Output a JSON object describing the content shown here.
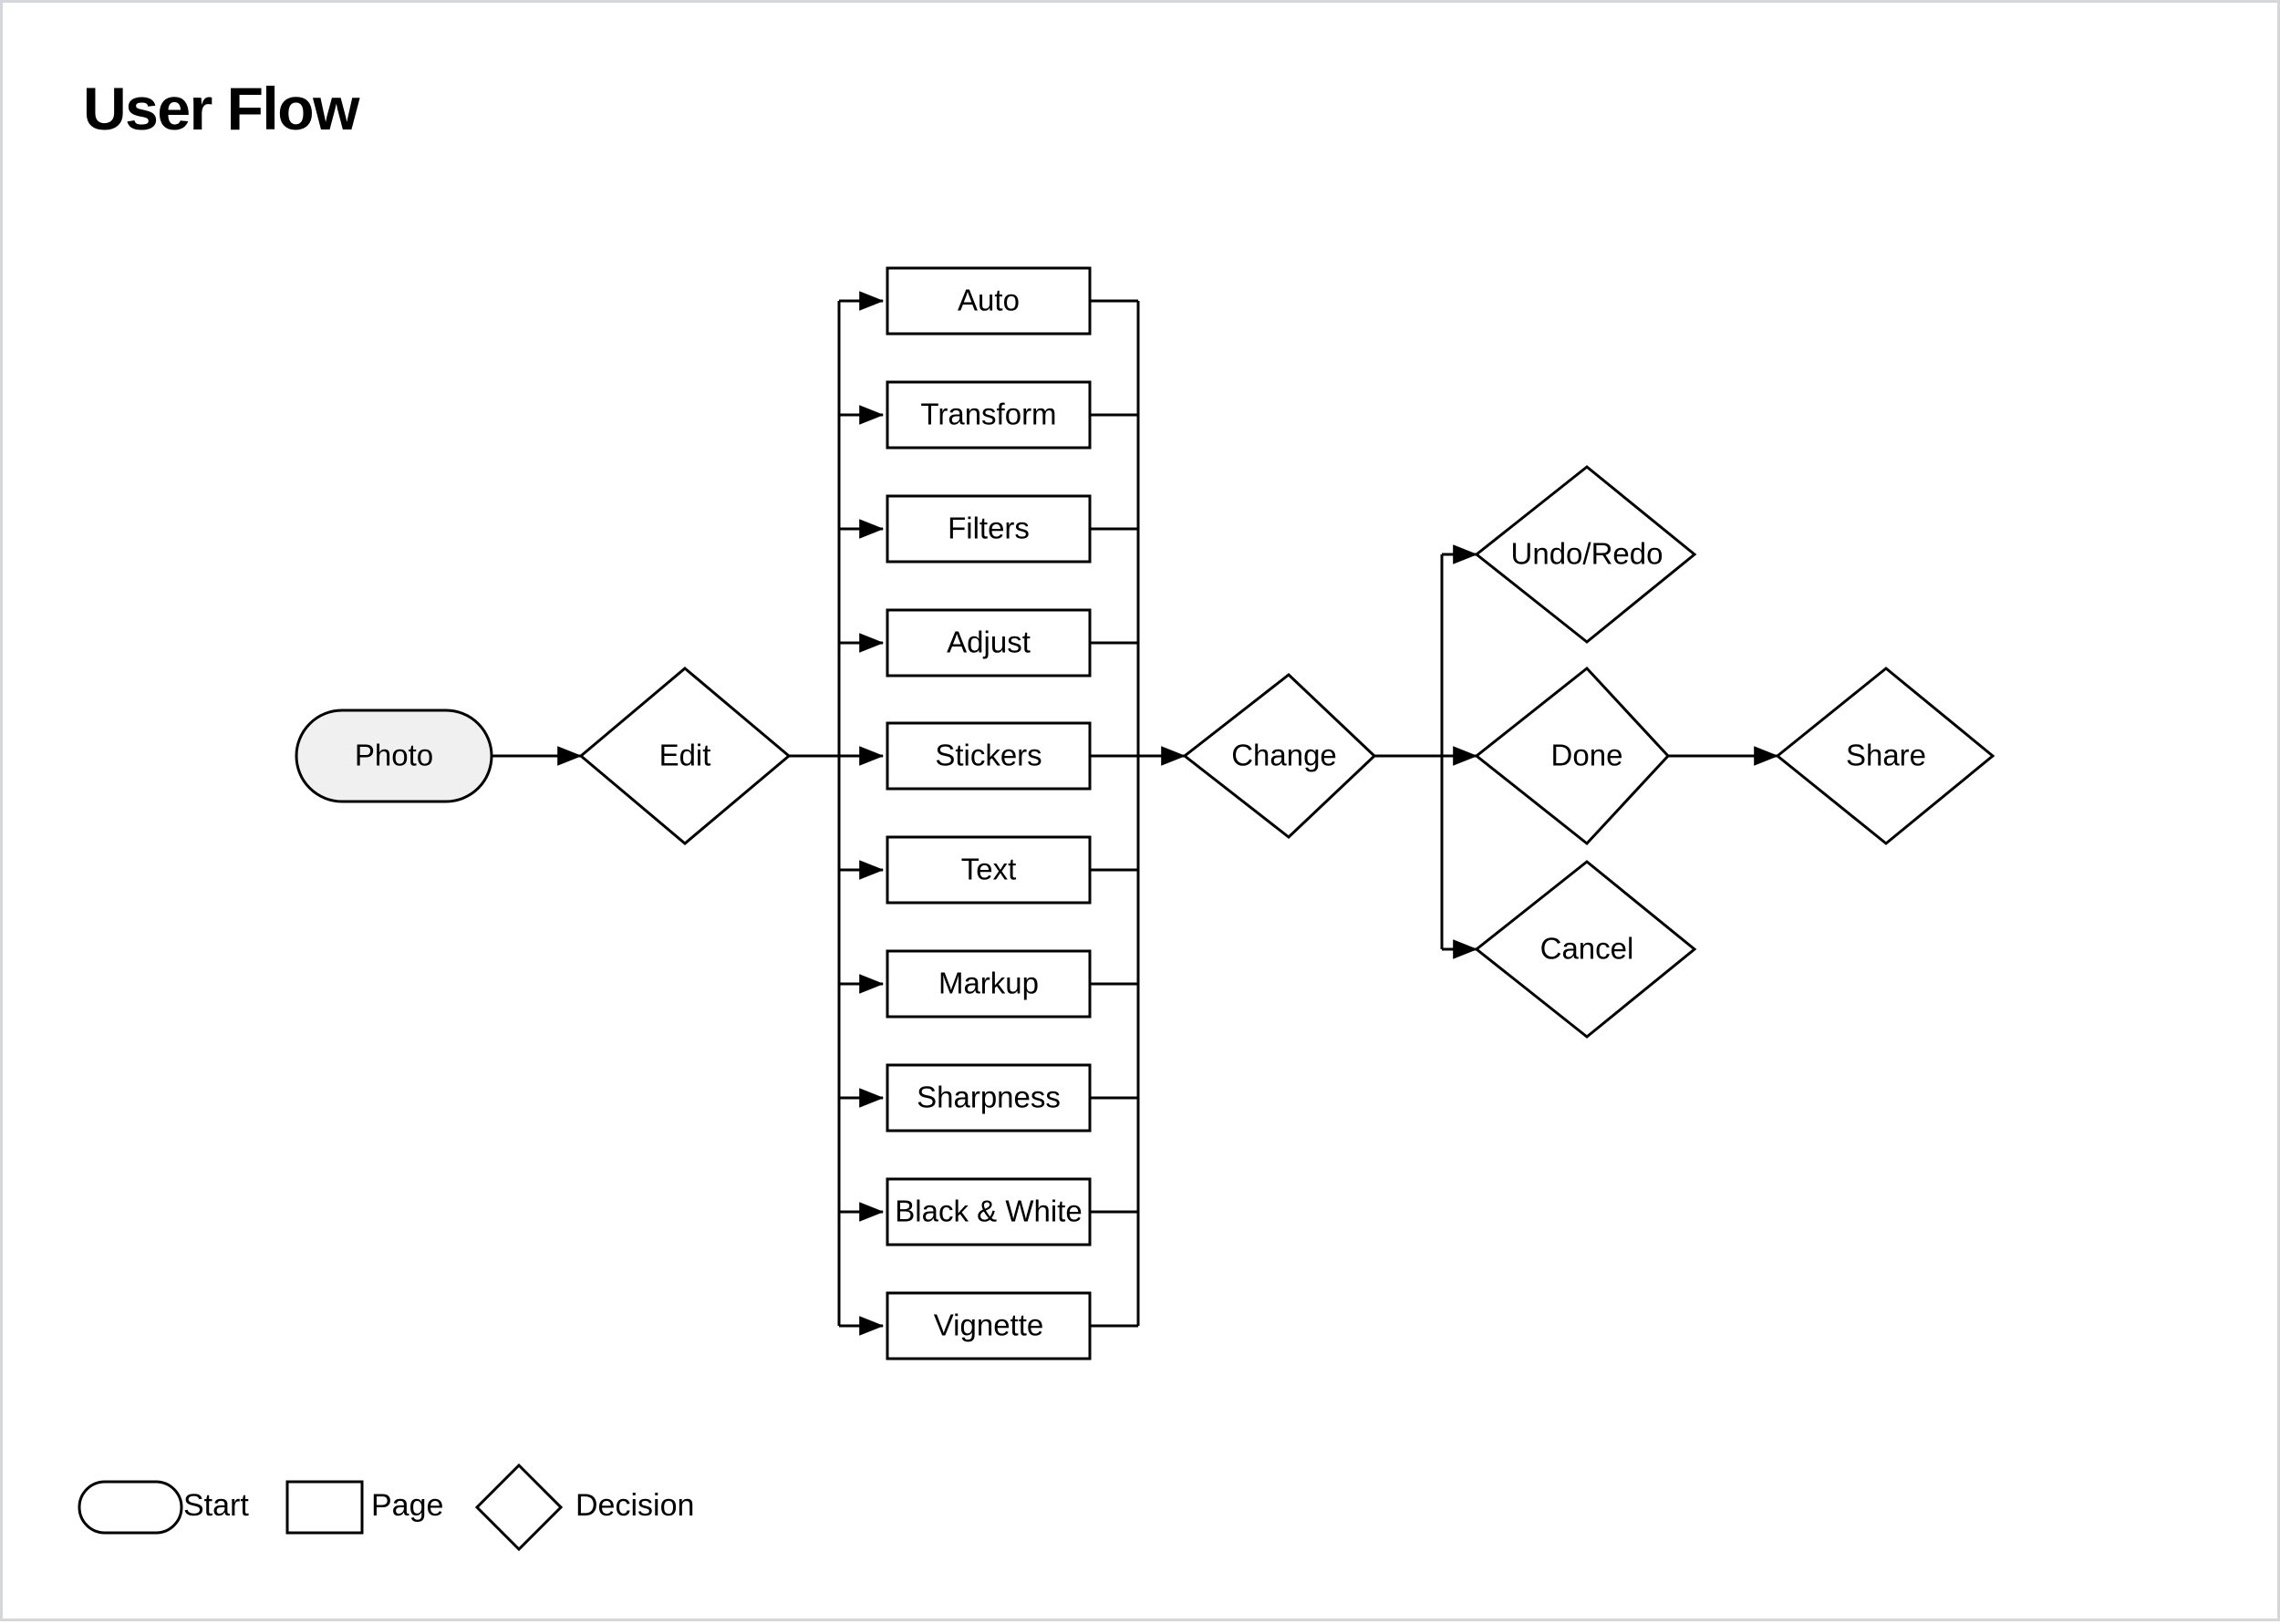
{
  "page": {
    "title": "User Flow",
    "background_color": "#ffffff",
    "border_color": "#d4d6da",
    "stroke_color": "#000000",
    "start_fill_color": "#f0f0f0"
  },
  "nodes": {
    "start": {
      "label": "Photo",
      "shape": "start"
    },
    "edit": {
      "label": "Edit",
      "shape": "decision"
    },
    "change": {
      "label": "Change",
      "shape": "decision"
    },
    "undo_redo": {
      "label": "Undo/Redo",
      "shape": "decision"
    },
    "done": {
      "label": "Done",
      "shape": "decision"
    },
    "cancel": {
      "label": "Cancel",
      "shape": "decision"
    },
    "share": {
      "label": "Share",
      "shape": "decision"
    }
  },
  "edit_options": [
    {
      "label": "Auto",
      "shape": "page"
    },
    {
      "label": "Transform",
      "shape": "page"
    },
    {
      "label": "Filters",
      "shape": "page"
    },
    {
      "label": "Adjust",
      "shape": "page"
    },
    {
      "label": "Stickers",
      "shape": "page"
    },
    {
      "label": "Text",
      "shape": "page"
    },
    {
      "label": "Markup",
      "shape": "page"
    },
    {
      "label": "Sharpness",
      "shape": "page"
    },
    {
      "label": "Black & White",
      "shape": "page"
    },
    {
      "label": "Vignette",
      "shape": "page"
    }
  ],
  "legend": [
    {
      "shape": "start",
      "label": "Start"
    },
    {
      "shape": "page",
      "label": "Page"
    },
    {
      "shape": "decision",
      "label": "Decision"
    }
  ]
}
